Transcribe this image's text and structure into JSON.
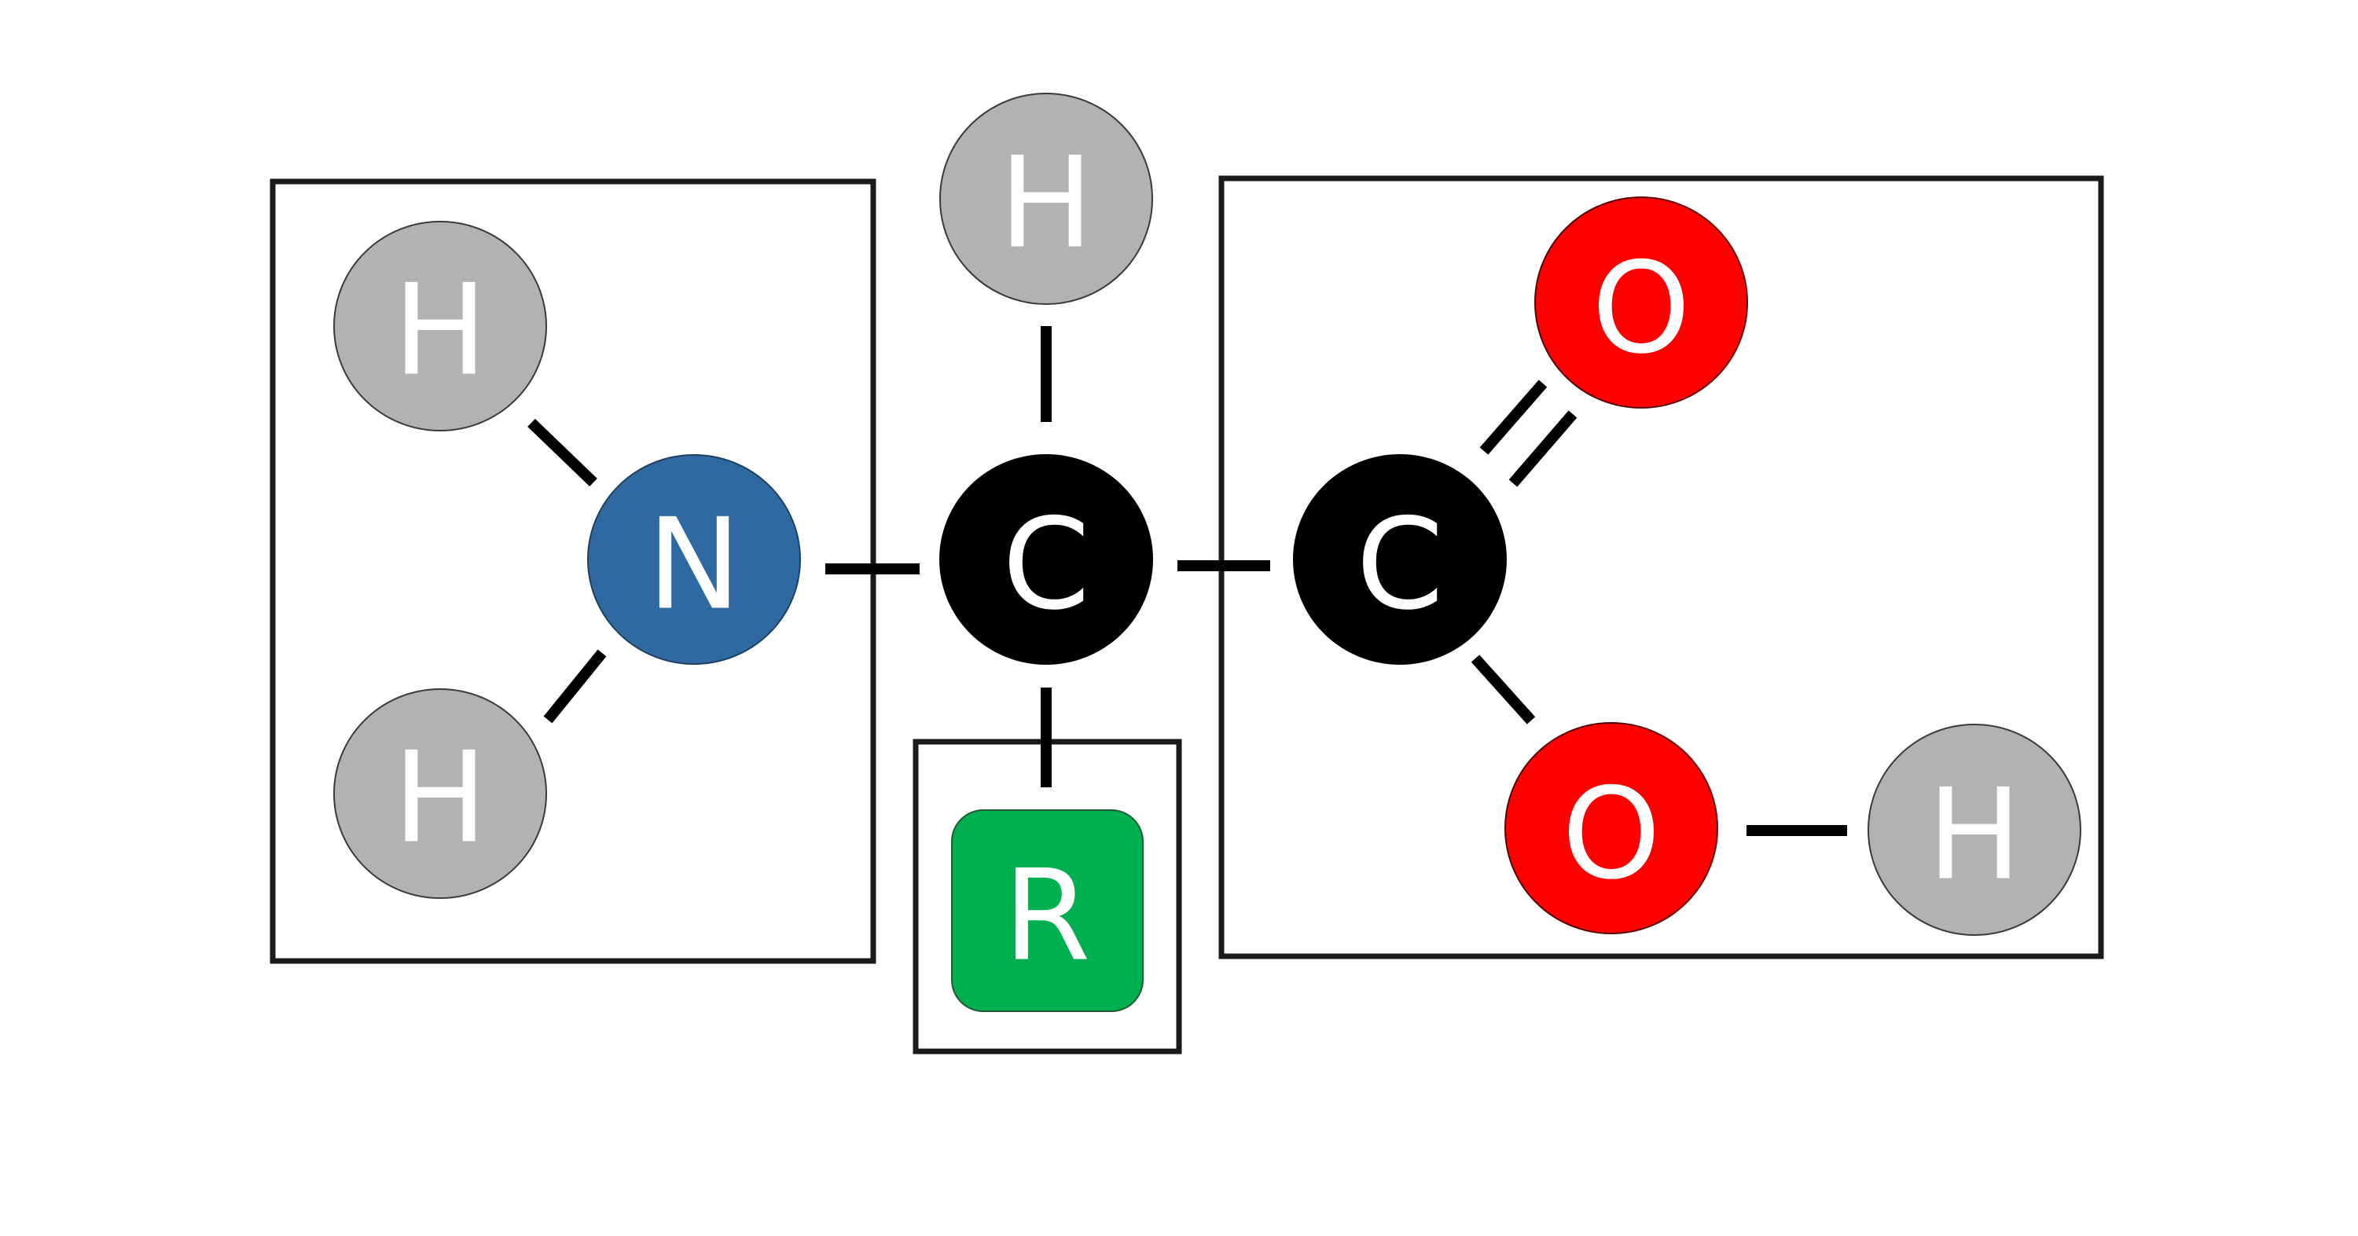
{
  "diagram": {
    "title": "Generic amino acid structure",
    "colors": {
      "hydrogen": "#b2b2b2",
      "nitrogen": "#2e6aa1",
      "carbon": "#000000",
      "oxygen": "#ff0000",
      "r_group": "#00b050",
      "bond": "#000000",
      "box": "#1a1a1a",
      "label": "#ffffff"
    },
    "groups": [
      {
        "id": "amino-group",
        "atoms": [
          "H_amine_1",
          "H_amine_2",
          "N"
        ]
      },
      {
        "id": "side-chain-group",
        "atoms": [
          "R"
        ]
      },
      {
        "id": "carboxyl-group",
        "atoms": [
          "C_carboxyl",
          "O_double",
          "O_hydroxyl",
          "H_hydroxyl"
        ]
      }
    ],
    "atoms": {
      "H_amine_1": {
        "label": "H",
        "element": "hydrogen"
      },
      "H_amine_2": {
        "label": "H",
        "element": "hydrogen"
      },
      "N": {
        "label": "N",
        "element": "nitrogen"
      },
      "H_alpha": {
        "label": "H",
        "element": "hydrogen"
      },
      "C_alpha": {
        "label": "C",
        "element": "carbon"
      },
      "R": {
        "label": "R",
        "element": "side chain"
      },
      "C_carboxyl": {
        "label": "C",
        "element": "carbon"
      },
      "O_double": {
        "label": "O",
        "element": "oxygen"
      },
      "O_hydroxyl": {
        "label": "O",
        "element": "oxygen"
      },
      "H_hydroxyl": {
        "label": "H",
        "element": "hydrogen"
      }
    },
    "bonds": [
      {
        "from": "H_amine_1",
        "to": "N",
        "order": 1
      },
      {
        "from": "H_amine_2",
        "to": "N",
        "order": 1
      },
      {
        "from": "N",
        "to": "C_alpha",
        "order": 1
      },
      {
        "from": "H_alpha",
        "to": "C_alpha",
        "order": 1
      },
      {
        "from": "C_alpha",
        "to": "R",
        "order": 1
      },
      {
        "from": "C_alpha",
        "to": "C_carboxyl",
        "order": 1
      },
      {
        "from": "C_carboxyl",
        "to": "O_double",
        "order": 2
      },
      {
        "from": "C_carboxyl",
        "to": "O_hydroxyl",
        "order": 1
      },
      {
        "from": "O_hydroxyl",
        "to": "H_hydroxyl",
        "order": 1
      }
    ]
  }
}
